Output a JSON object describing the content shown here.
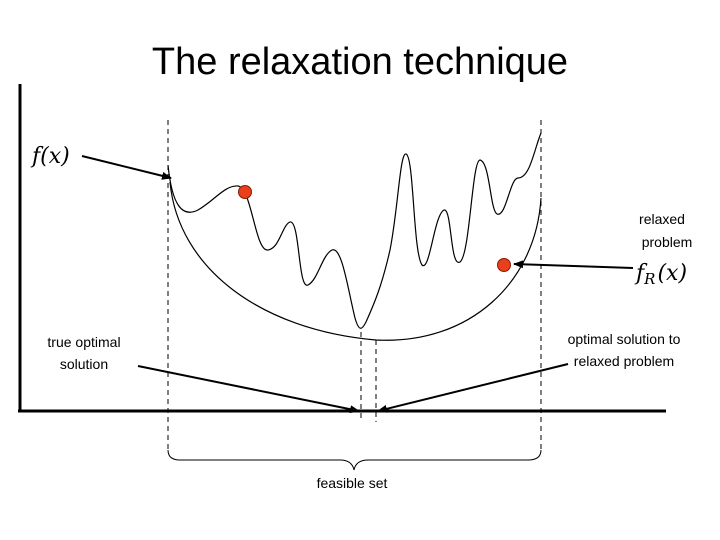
{
  "slide": {
    "title": "The relaxation technique"
  },
  "labels": {
    "objective": "f(x)",
    "relaxed_objective_main": "f",
    "relaxed_objective_sub": "R",
    "relaxed_objective_arg": "(x)",
    "relaxed_problem_line1": "relaxed",
    "relaxed_problem_line2": "problem",
    "true_optimal_line1": "true optimal",
    "true_optimal_line2": "solution",
    "relaxed_optimal_line1": "optimal solution to",
    "relaxed_optimal_line2": "relaxed problem",
    "feasible_set": "feasible set"
  },
  "colors": {
    "point_fill": "#e8401a",
    "point_stroke": "#8a1a05",
    "ink": "#000000"
  }
}
